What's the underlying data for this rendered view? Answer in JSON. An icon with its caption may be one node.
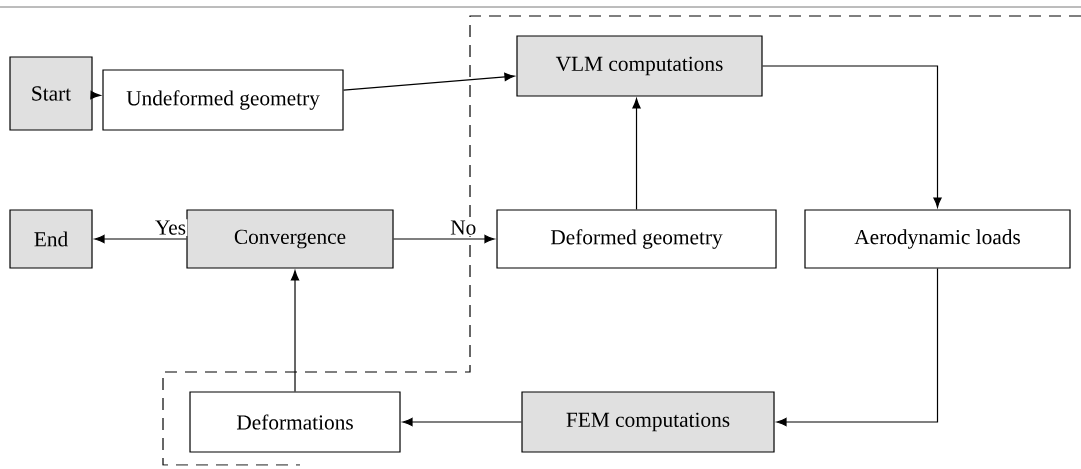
{
  "diagram": {
    "nodes": [
      {
        "text": [
          "Start"
        ]
      },
      {
        "text": [
          "Undeformed geometry"
        ]
      },
      {
        "text": [
          "VLM computations"
        ]
      },
      {
        "text": [
          "End"
        ]
      },
      {
        "text": [
          "Convergence"
        ]
      },
      {
        "text": [
          "Deformed geometry"
        ]
      },
      {
        "text": [
          "Aerodynamic loads"
        ]
      },
      {
        "text": [
          "Deformations"
        ]
      },
      {
        "text": [
          "FEM computations"
        ]
      }
    ],
    "edges": [
      {
        "from": 0,
        "to": 1,
        "arrow": "to"
      },
      {
        "from": 1,
        "to": 2,
        "arrow": "to"
      },
      {
        "from": 2,
        "to": 6,
        "arrow": "to"
      },
      {
        "from": 6,
        "to": 8,
        "arrow": "to"
      },
      {
        "from": 8,
        "to": 7,
        "arrow": "to"
      },
      {
        "from": 7,
        "to": 4,
        "arrow": "to"
      },
      {
        "from": 4,
        "to": 3,
        "arrow": "to",
        "label": "Yes"
      },
      {
        "from": 4,
        "to": 5,
        "arrow": "to",
        "label": "No"
      },
      {
        "from": 5,
        "to": 2,
        "arrow": "to"
      }
    ]
  }
}
